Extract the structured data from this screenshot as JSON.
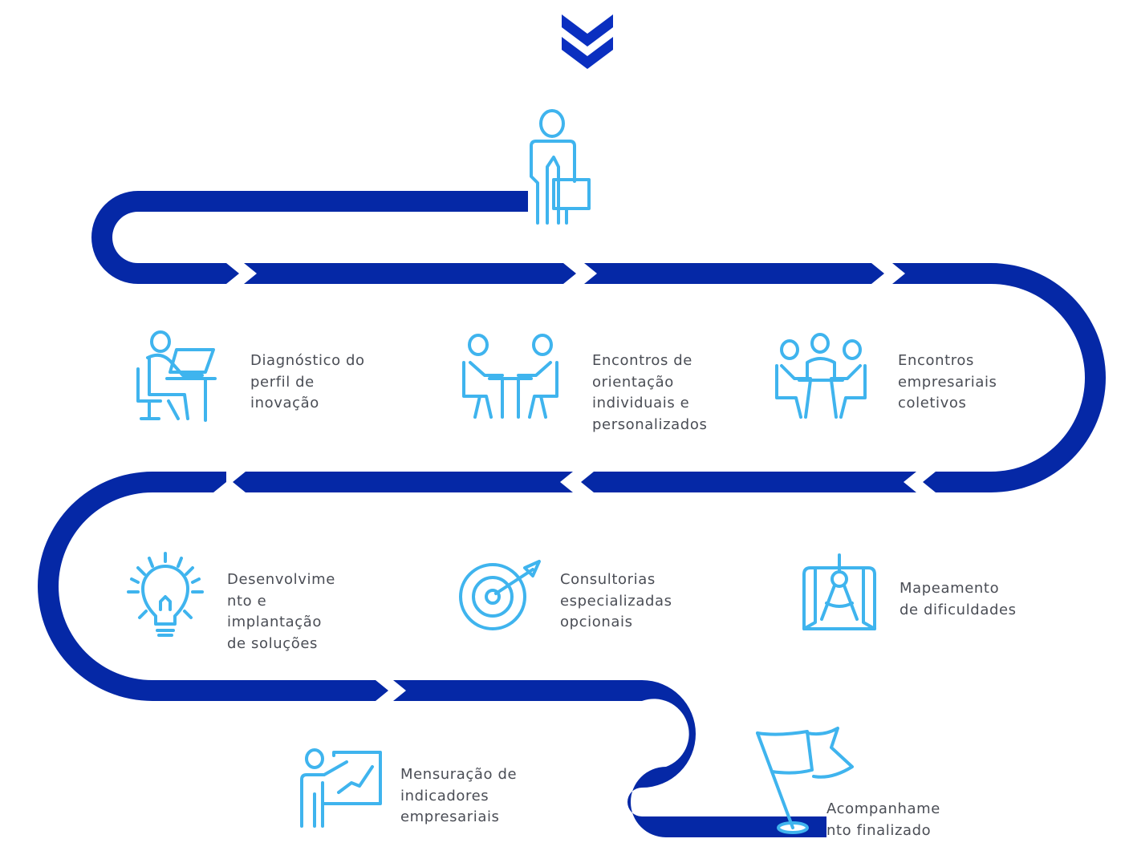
{
  "colors": {
    "road": "#0528a6",
    "icon": "#3fb4ee",
    "text": "#4a4d55",
    "background": "#ffffff"
  },
  "start": {
    "icon": "person-with-briefcase-icon"
  },
  "steps": [
    {
      "icon": "person-at-computer-icon",
      "lines": [
        "Diagnóstico do",
        "perfil de",
        "inovação"
      ]
    },
    {
      "icon": "two-people-meeting-icon",
      "lines": [
        "Encontros de",
        "orientação",
        "individuais e",
        "personalizados"
      ]
    },
    {
      "icon": "group-meeting-icon",
      "lines": [
        "Encontros",
        "empresariais",
        "coletivos"
      ]
    },
    {
      "icon": "blueprint-compass-icon",
      "lines": [
        "Mapeamento",
        "de dificuldades"
      ]
    },
    {
      "icon": "target-arrow-icon",
      "lines": [
        "Consultorias",
        "especializadas",
        "opcionais"
      ]
    },
    {
      "icon": "lightbulb-icon",
      "lines": [
        "Desenvolvime",
        "nto e",
        "implantação",
        "de soluções"
      ]
    },
    {
      "icon": "presenter-chart-icon",
      "lines": [
        "Mensuração de",
        "indicadores",
        "empresariais"
      ]
    },
    {
      "icon": "finish-flag-icon",
      "lines": [
        "Acompanhame",
        "nto finalizado"
      ]
    }
  ]
}
